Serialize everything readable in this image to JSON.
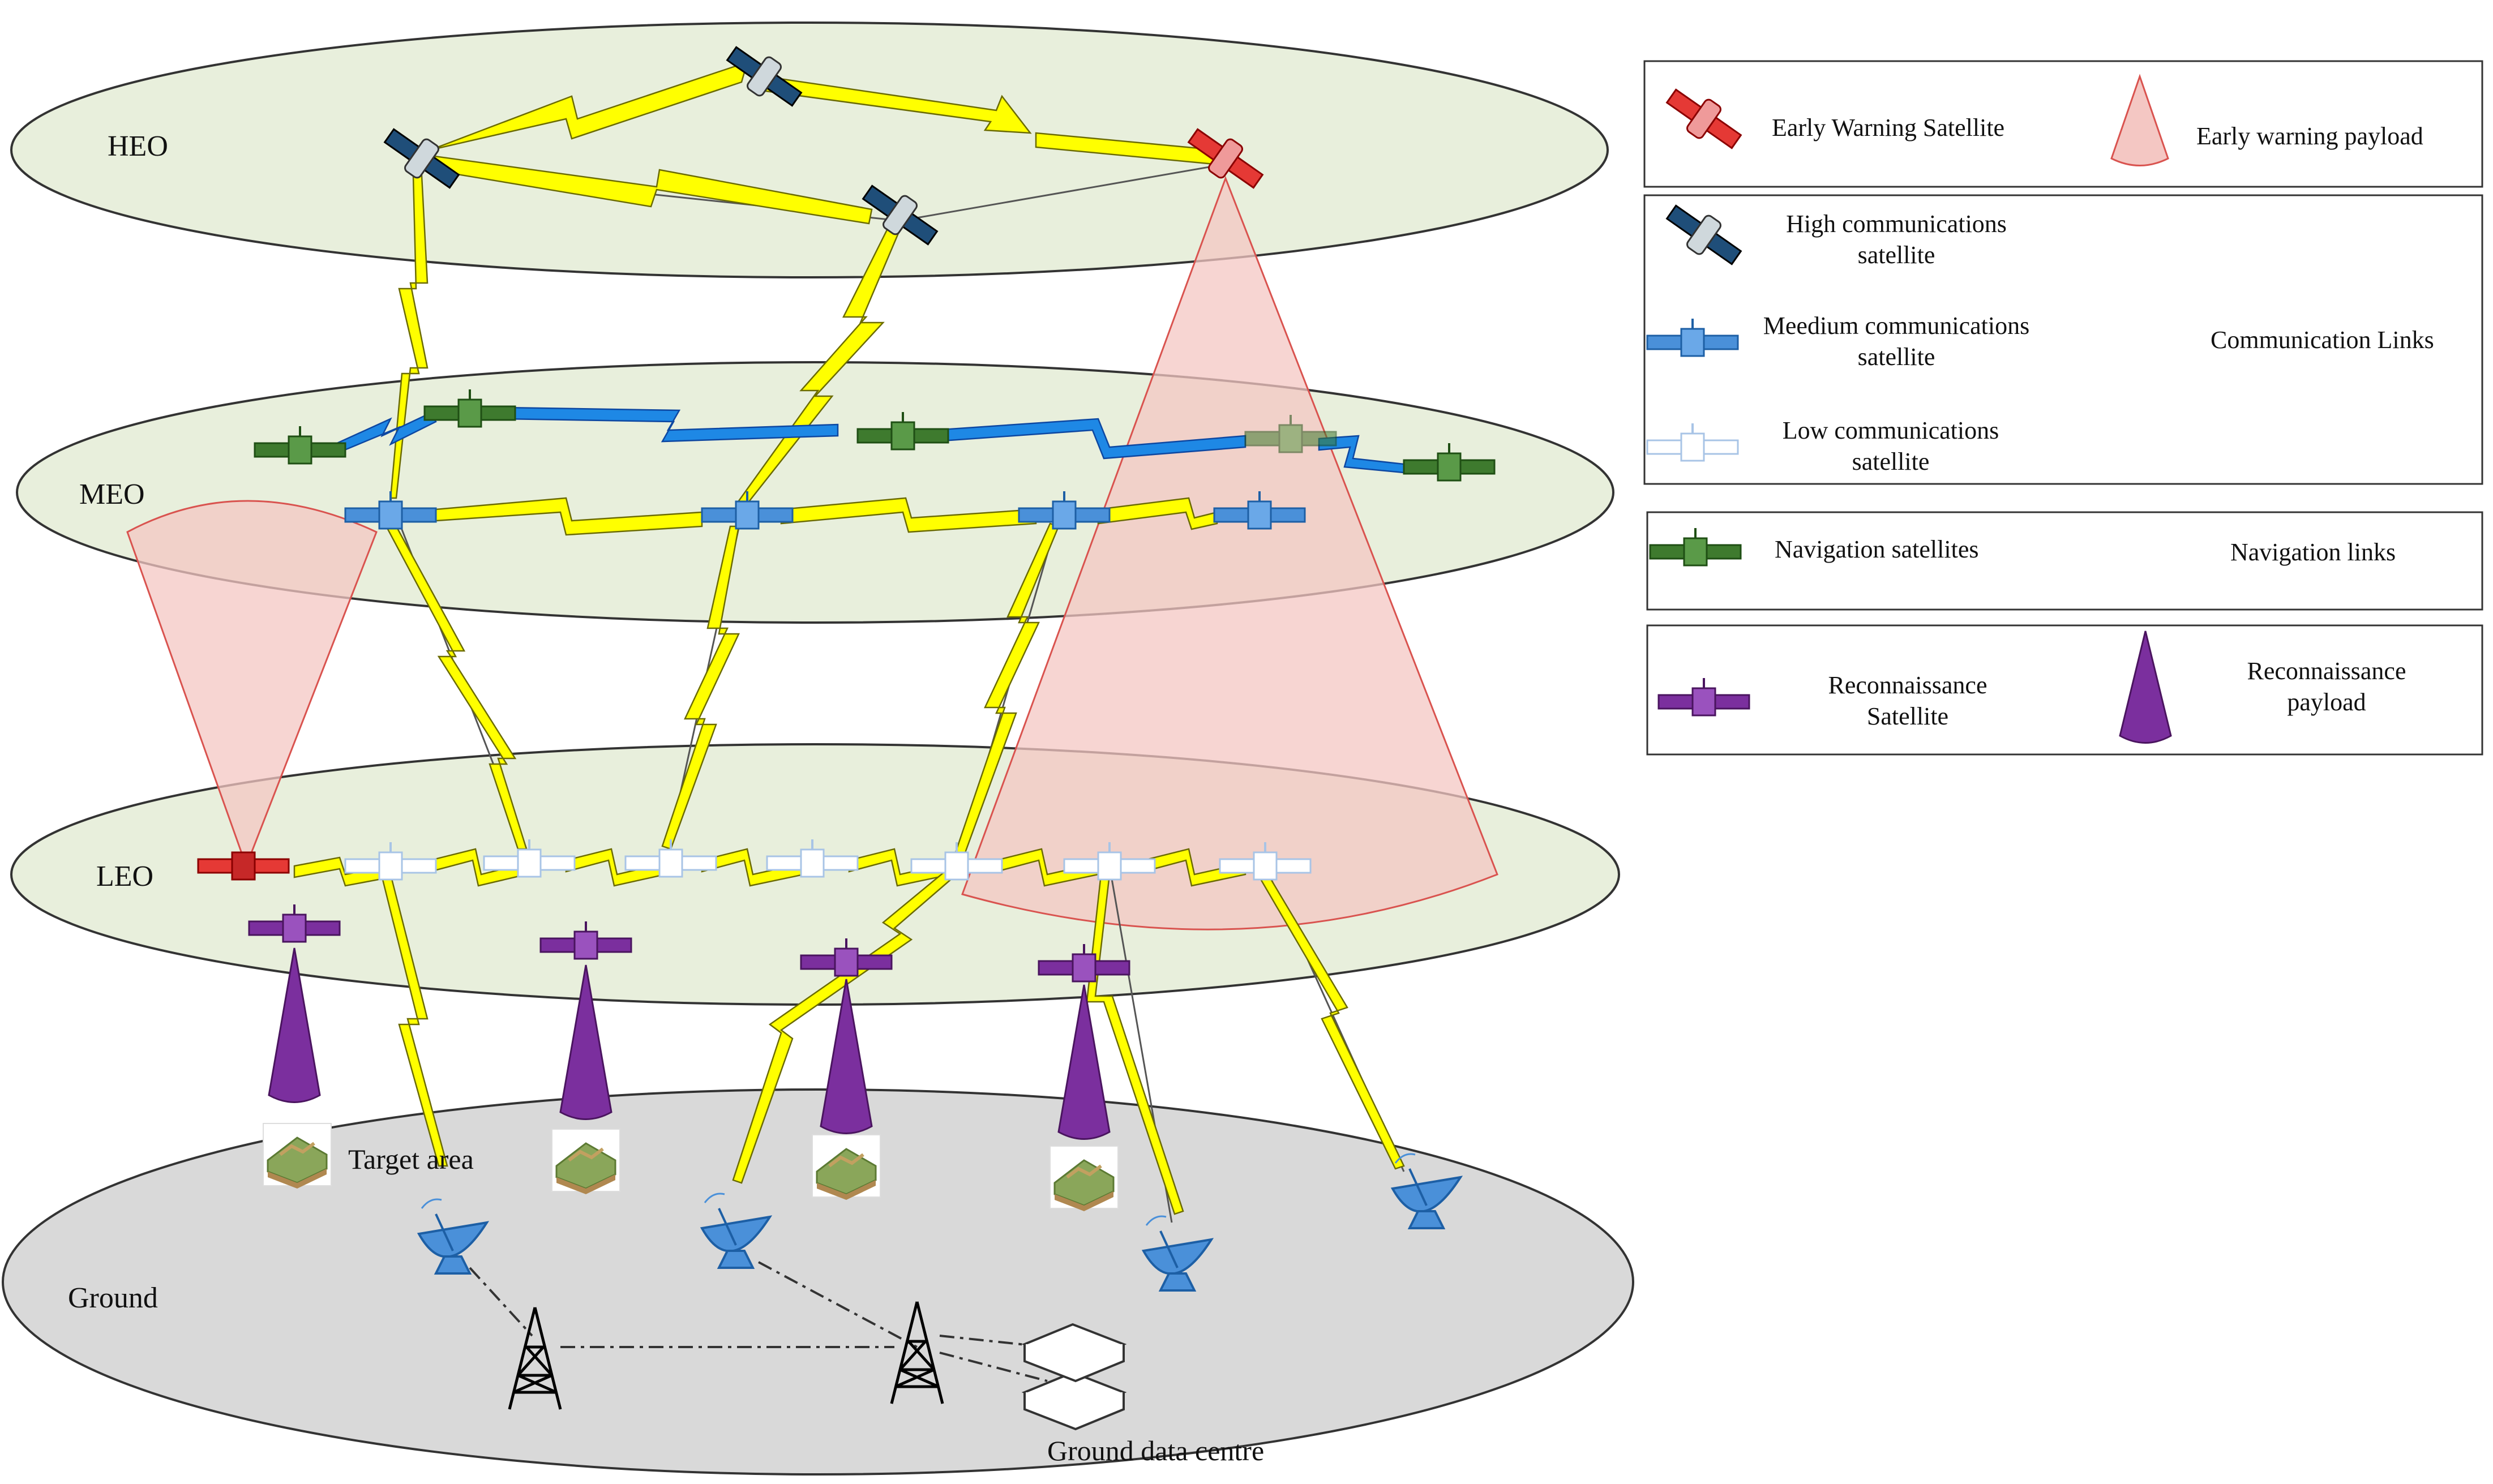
{
  "layers": {
    "heo": "HEO",
    "meo": "MEO",
    "leo": "LEO",
    "ground": "Ground"
  },
  "labels": {
    "target_area": "Target area",
    "ground_data_centre": "Ground data centre"
  },
  "legend": {
    "early_warning_satellite": "Early Warning Satellite",
    "early_warning_payload": "Early warning payload",
    "high_comm_line1": "High communications",
    "high_comm_line2": "satellite",
    "medium_comm_line1": "Meedium communications",
    "medium_comm_line2": "satellite",
    "low_comm_line1": "Low communications",
    "low_comm_line2": "satellite",
    "communication_links": "Communication Links",
    "navigation_satellites": "Navigation satellites",
    "navigation_links": "Navigation links",
    "recon_sat_line1": "Reconnaissance",
    "recon_sat_line2": "Satellite",
    "recon_payload_line1": "Reconnaissance",
    "recon_payload_line2": "payload"
  },
  "colors": {
    "orbit_fill": "#e8efdc",
    "ground_fill": "#d9d9d9",
    "comm_link": "#ffff00",
    "nav_link": "#1e88e5",
    "early_warning": "#e53935",
    "early_warning_cone": "#f4c7c3",
    "high_comm_sat": "#2c5d8f",
    "medium_comm_sat": "#4a90d9",
    "low_comm_sat": "#a8c4e6",
    "navigation_sat": "#3e7a2e",
    "recon_sat": "#7b2f9e"
  }
}
